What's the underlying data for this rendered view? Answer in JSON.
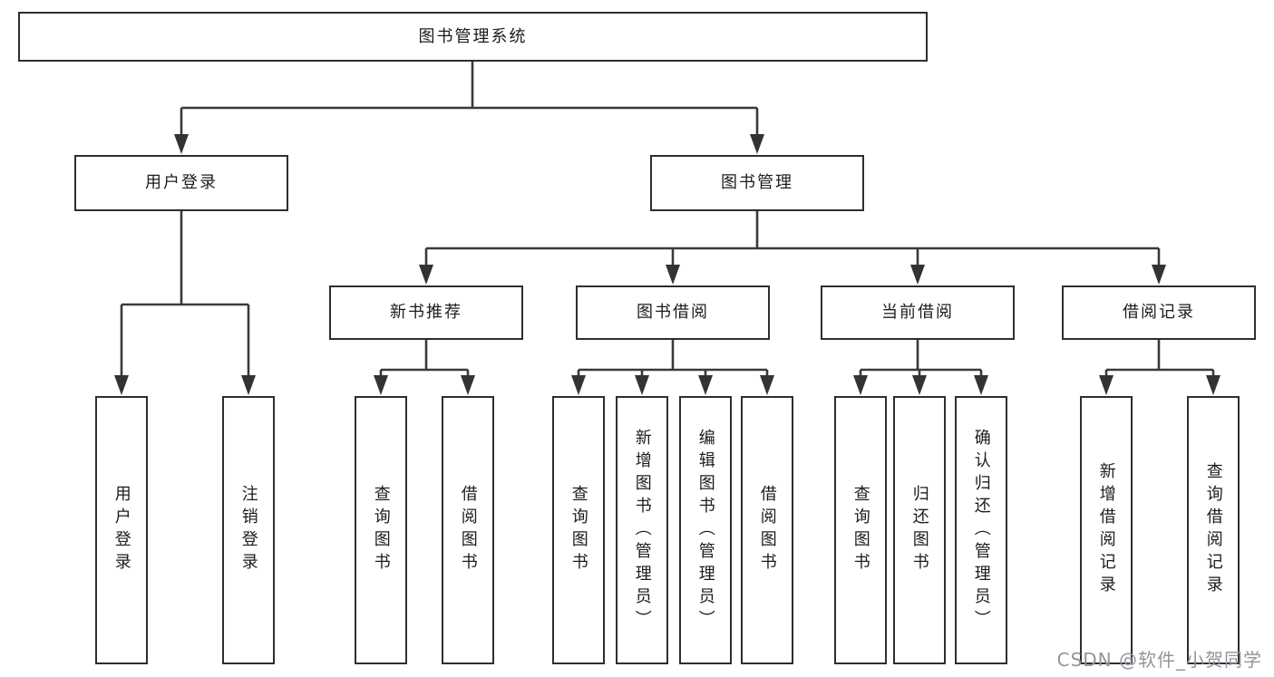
{
  "diagram": {
    "root": {
      "label": "图书管理系统"
    },
    "level2": [
      {
        "id": "user-login",
        "label": "用户登录"
      },
      {
        "id": "book-management",
        "label": "图书管理"
      }
    ],
    "level3": [
      {
        "id": "new-book-recommend",
        "label": "新书推荐"
      },
      {
        "id": "book-borrow",
        "label": "图书借阅"
      },
      {
        "id": "current-borrow",
        "label": "当前借阅"
      },
      {
        "id": "borrow-records",
        "label": "借阅记录"
      }
    ],
    "leaves": [
      {
        "id": "user-login-action",
        "label": "用户登录"
      },
      {
        "id": "logout-action",
        "label": "注销登录"
      },
      {
        "id": "query-books-recommend",
        "label": "查询图书"
      },
      {
        "id": "borrow-books-recommend",
        "label": "借阅图书"
      },
      {
        "id": "query-books-borrow",
        "label": "查询图书"
      },
      {
        "id": "add-books-admin",
        "label": "新增图书（管理员）"
      },
      {
        "id": "edit-books-admin",
        "label": "编辑图书（管理员）"
      },
      {
        "id": "borrow-books-borrow",
        "label": "借阅图书"
      },
      {
        "id": "query-books-current",
        "label": "查询图书"
      },
      {
        "id": "return-books",
        "label": "归还图书"
      },
      {
        "id": "confirm-return-admin",
        "label": "确认归还（管理员）"
      },
      {
        "id": "add-borrow-record",
        "label": "新增借阅记录"
      },
      {
        "id": "query-borrow-record",
        "label": "查询借阅记录"
      }
    ]
  },
  "watermark": {
    "text": "CSDN @软件_小贺同学"
  },
  "colors": {
    "line": "#3a3a3c",
    "box_border": "#2e2e30",
    "box_fill": "#ffffff",
    "text": "#1c1c1e",
    "watermark": "#90959c"
  }
}
